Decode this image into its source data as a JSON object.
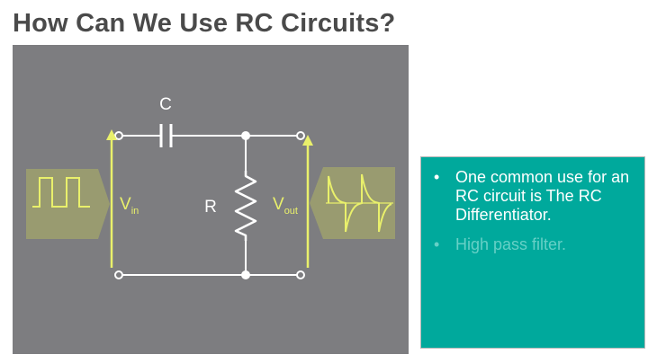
{
  "slide": {
    "title": "How Can We Use RC Circuits?"
  },
  "diagram": {
    "capacitor_label": "C",
    "resistor_label": "R",
    "vin_main": "V",
    "vin_sub": "in",
    "vout_main": "V",
    "vout_sub": "out"
  },
  "panel": {
    "bullet_glyph": "•",
    "bullets": [
      "One common use for an RC circuit is The RC Differentiator.",
      "High pass filter."
    ]
  },
  "colors": {
    "title": "#4a4a4a",
    "diagram_bg": "#7d7d80",
    "wire": "#ffffff",
    "accent_yellow": "#e9f06b",
    "panel_bg": "#00a99c"
  }
}
